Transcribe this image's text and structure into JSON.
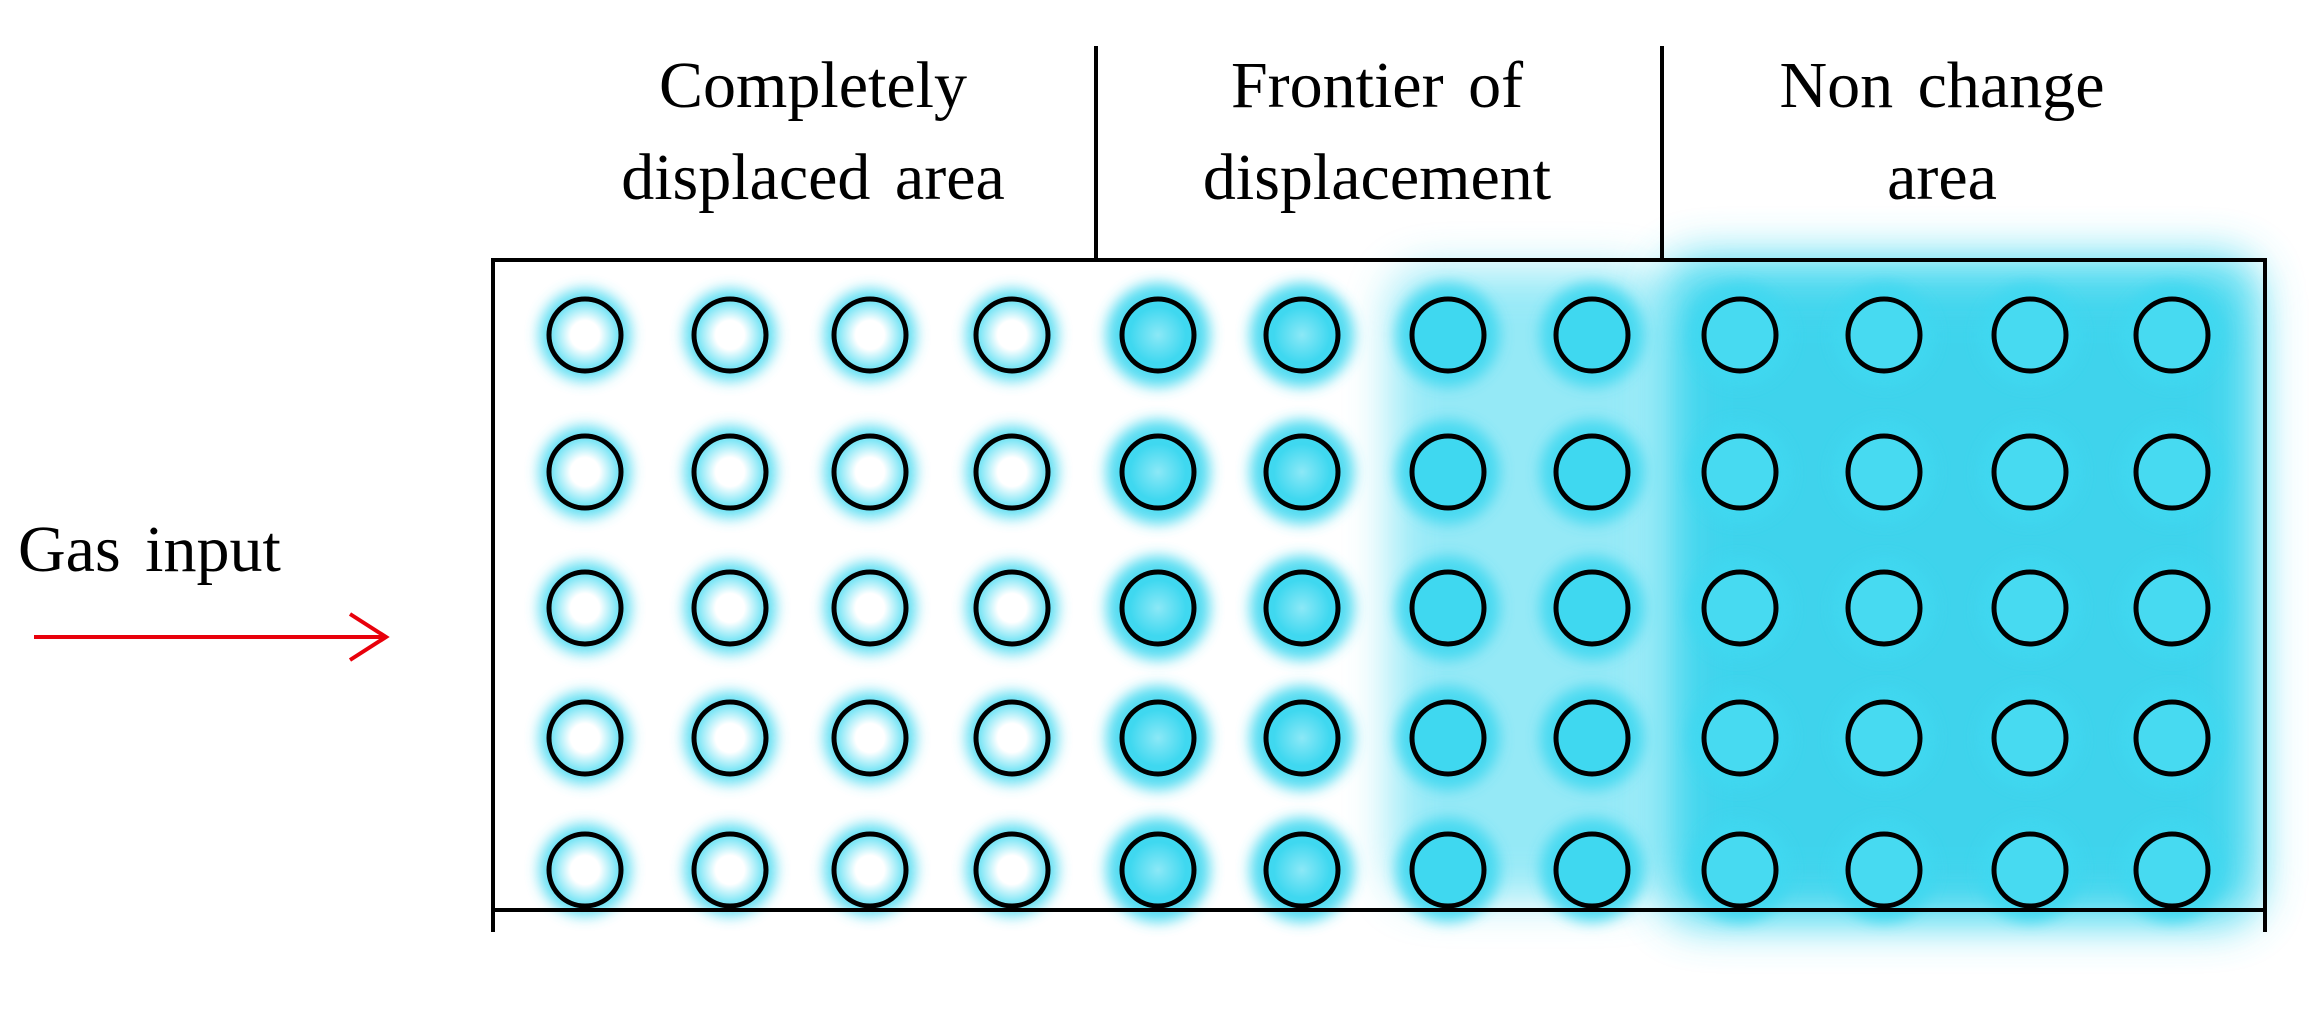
{
  "labels": {
    "completely_displaced_line1": "Completely",
    "completely_displaced_line2": "displaced area",
    "frontier_line1": "Frontier of",
    "frontier_line2": "displacement",
    "non_change_line1": "Non change",
    "non_change_line2": "area",
    "gas_input": "Gas input"
  },
  "grid": {
    "rows": 5,
    "columns": 12,
    "zone_columns": {
      "completely_displaced": [
        1,
        4
      ],
      "frontier": [
        5,
        8
      ],
      "non_change": [
        9,
        12
      ]
    }
  },
  "colors": {
    "fluid": "#3fd8f0",
    "fluid_dense": "#1cc9e6",
    "particle_center": "#ffffff",
    "arrow": "#e8000b",
    "outline": "#000000"
  }
}
